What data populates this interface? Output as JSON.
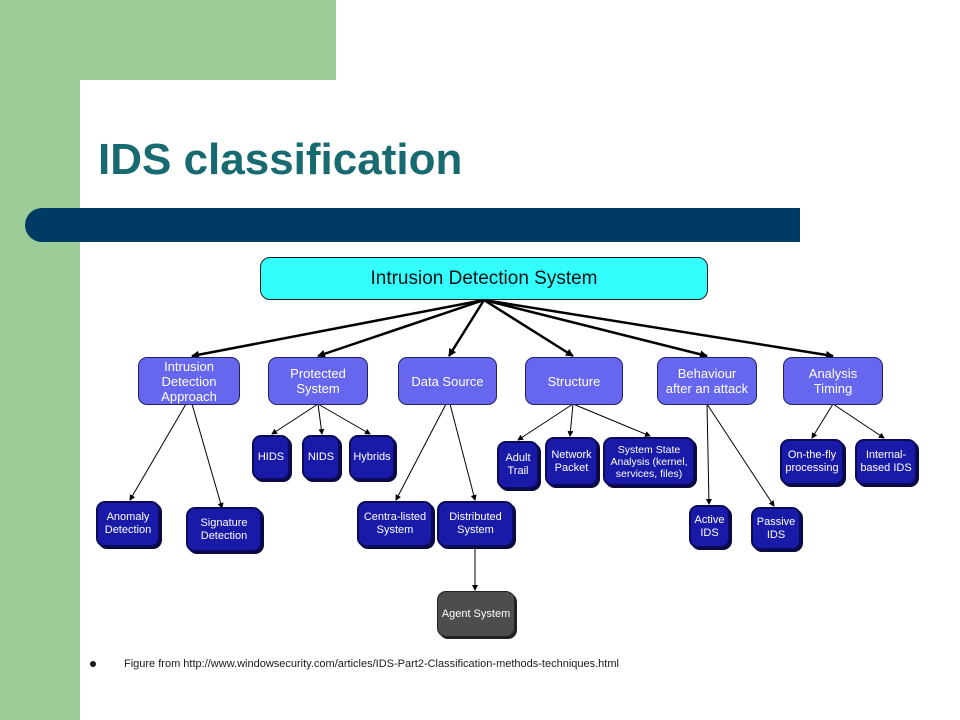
{
  "slide": {
    "title": "IDS classification",
    "footnote": "Figure from http://www.windowsecurity.com/articles/IDS-Part2-Classification-methods-techniques.html"
  },
  "diagram": {
    "root": "Intrusion Detection System",
    "categories": [
      {
        "label": "Intrusion\nDetection\nApproach"
      },
      {
        "label": "Protected\nSystem"
      },
      {
        "label": "Data Source"
      },
      {
        "label": "Structure"
      },
      {
        "label": "Behaviour\nafter an attack"
      },
      {
        "label": "Analysis\nTiming"
      }
    ],
    "leaves": [
      {
        "label": "Anomaly\nDetection"
      },
      {
        "label": "Signature\nDetection"
      },
      {
        "label": "HIDS"
      },
      {
        "label": "NIDS"
      },
      {
        "label": "Hybrids"
      },
      {
        "label": "Centra-listed\nSystem"
      },
      {
        "label": "Distributed\nSystem"
      },
      {
        "label": "Adult\nTrail"
      },
      {
        "label": "Network\nPacket"
      },
      {
        "label": "System State\nAnalysis (kernel,\nservices, files)"
      },
      {
        "label": "Active\nIDS"
      },
      {
        "label": "Passive\nIDS"
      },
      {
        "label": "On-the-fly\nprocessing"
      },
      {
        "label": "Internal-\nbased IDS"
      }
    ],
    "agent": "Agent System"
  },
  "colors": {
    "root_fill": "#33ffff",
    "category_fill": "#6666ee",
    "leaf_fill": "#1a1aa8",
    "agent_fill": "#4d4d4d",
    "title_color": "#176a70",
    "bar_color": "#003b66",
    "sidebar_color": "#9ccc98"
  }
}
